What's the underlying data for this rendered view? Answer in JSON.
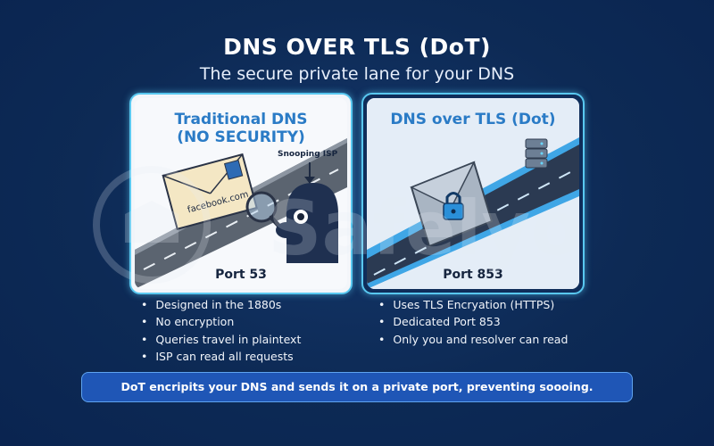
{
  "header": {
    "title": "DNS OVER TLS (DoT)",
    "subtitle": "The secure private lane for your DNS"
  },
  "left_panel": {
    "heading_line1": "Traditional DNS",
    "heading_line2": "(NO SECURITY)",
    "snoop_label": "Snooping ISP",
    "envelope_text": "facebook.com",
    "port": "Port 53",
    "bullets": [
      "Designed in the 1880s",
      "No encryption",
      "Queries travel in plaintext",
      "ISP can read all requests"
    ]
  },
  "right_panel": {
    "heading": "DNS over TLS (Dot)",
    "port": "Port 853",
    "bullets": [
      "Uses TLS Encryation (HTTPS)",
      "Dedicated Port 853",
      "Only you and resolver can read"
    ]
  },
  "footer": {
    "text": "DoT encripits your DNS and sends it on a private port, preventing soooing."
  },
  "watermark": {
    "text": "Safelyo"
  },
  "colors": {
    "background": "#0d2a55",
    "accent": "#59c8f0",
    "heading_blue": "#2a7bc6",
    "footer_bg": "#1f56b6"
  },
  "icons": [
    "envelope-icon",
    "magnifier-icon",
    "snooping-isp-icon",
    "lock-envelope-icon",
    "server-icon",
    "arrow-down-icon"
  ]
}
